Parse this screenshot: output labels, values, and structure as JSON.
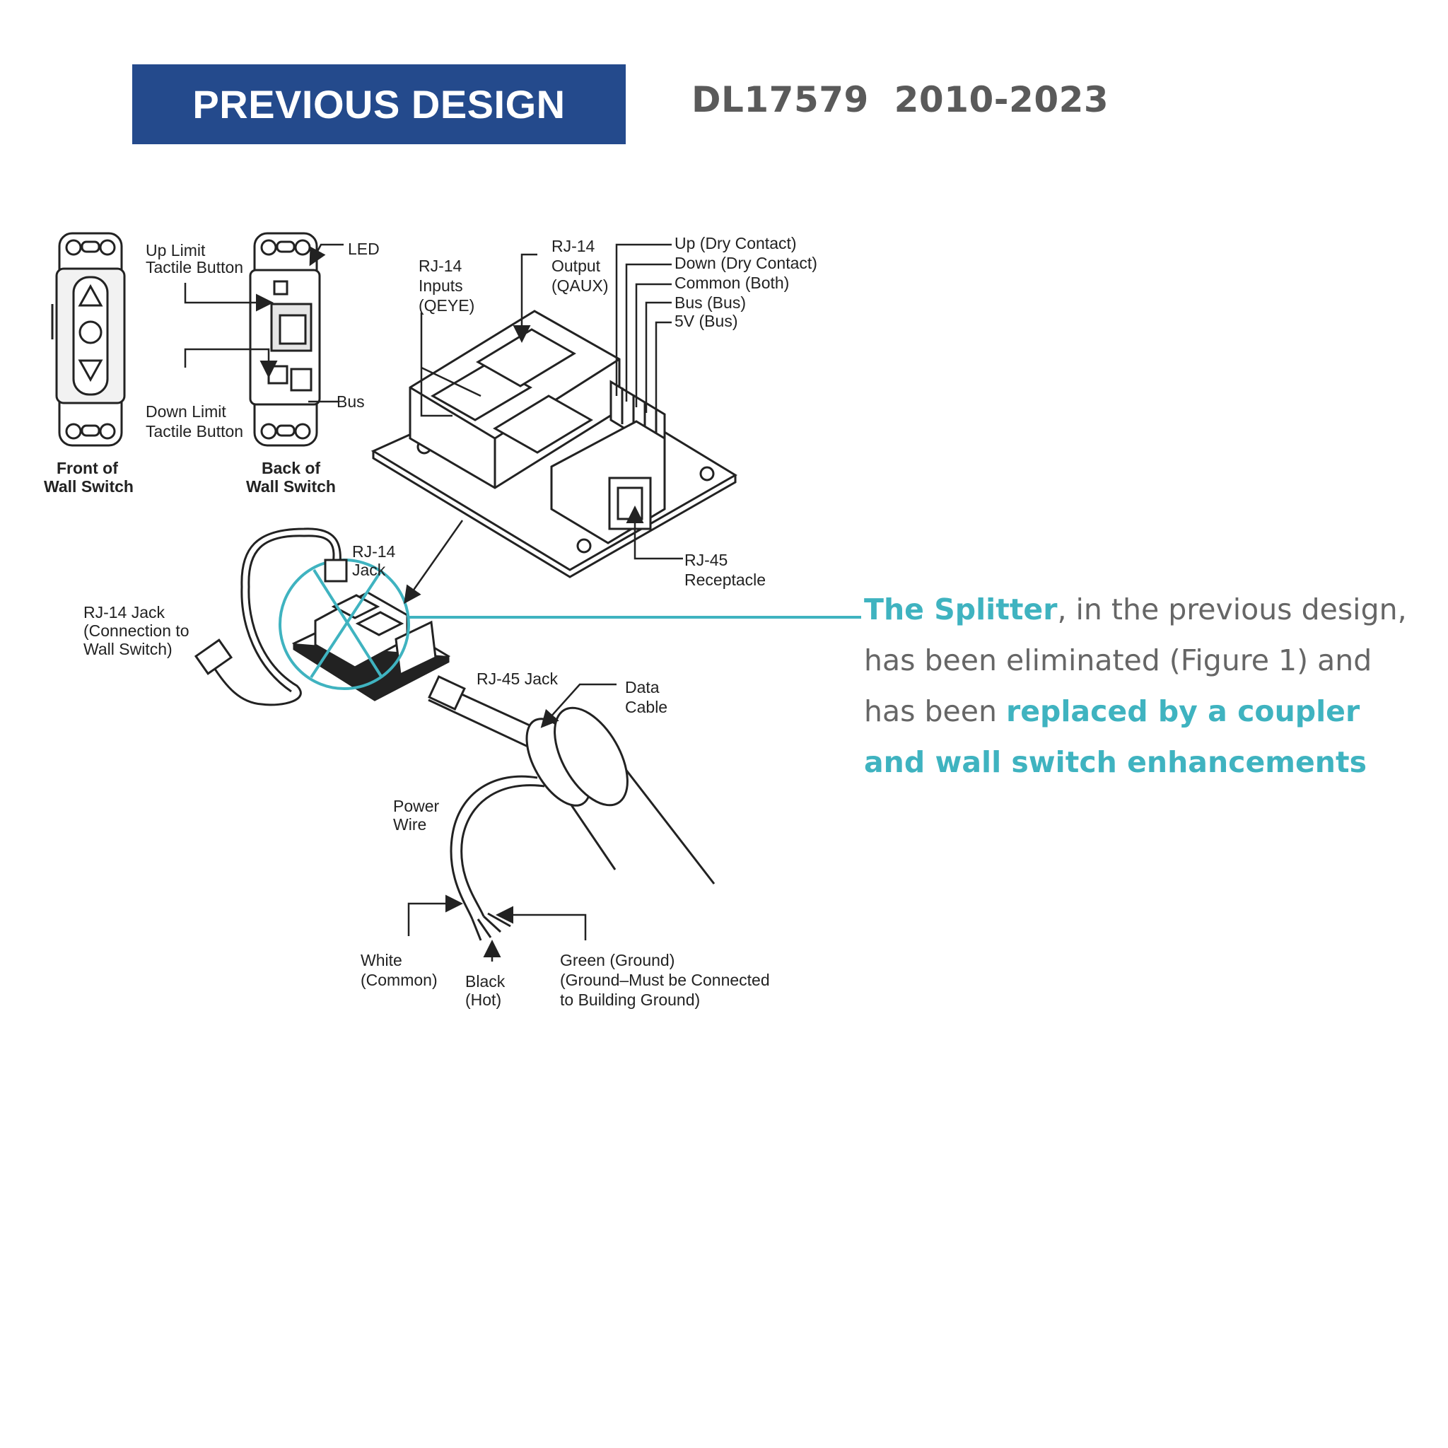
{
  "banner": {
    "title": "PREVIOUS DESIGN"
  },
  "doc": {
    "id": "DL17579  2010-2023"
  },
  "note": {
    "lead": "The Splitter",
    "text1": ", in the previous design, has been eliminated (Figure 1) and has been ",
    "emphasis": "replaced by a coupler and wall switch enhancements"
  },
  "labels": {
    "up_limit_1": "Up Limit",
    "up_limit_2": "Tactile Button",
    "led": "LED",
    "down_limit_1": "Down Limit",
    "down_limit_2": "Tactile Button",
    "bus": "Bus",
    "front_1": "Front of",
    "front_2": "Wall Switch",
    "back_1": "Back of",
    "back_2": "Wall Switch",
    "rj14_in_1": "RJ-14",
    "rj14_in_2": "Inputs",
    "rj14_in_3": "(QEYE)",
    "rj14_out_1": "RJ-14",
    "rj14_out_2": "Output",
    "rj14_out_3": "(QAUX)",
    "pin_up": "Up (Dry Contact)",
    "pin_down": "Down (Dry Contact)",
    "pin_common": "Common (Both)",
    "pin_bus": "Bus (Bus)",
    "pin_5v": "5V (Bus)",
    "rj45_rec_1": "RJ-45",
    "rj45_rec_2": "Receptacle",
    "rj14_jack_1": "RJ-14",
    "rj14_jack_2": "Jack",
    "rj14_conn_1": "RJ-14 Jack",
    "rj14_conn_2": "(Connection to",
    "rj14_conn_3": "Wall Switch)",
    "rj45_jack": "RJ-45 Jack",
    "data_cable_1": "Data",
    "data_cable_2": "Cable",
    "power_1": "Power",
    "power_2": "Wire",
    "white_1": "White",
    "white_2": "(Common)",
    "black_1": "Black",
    "black_2": "(Hot)",
    "green_1": "Green (Ground)",
    "green_2": "(Ground–Must be Connected",
    "green_3": "to Building Ground)"
  },
  "colors": {
    "banner": "#244a8c",
    "accent": "#3fb3c0",
    "body_text": "#666666",
    "doc_id": "#5a5a5a"
  }
}
